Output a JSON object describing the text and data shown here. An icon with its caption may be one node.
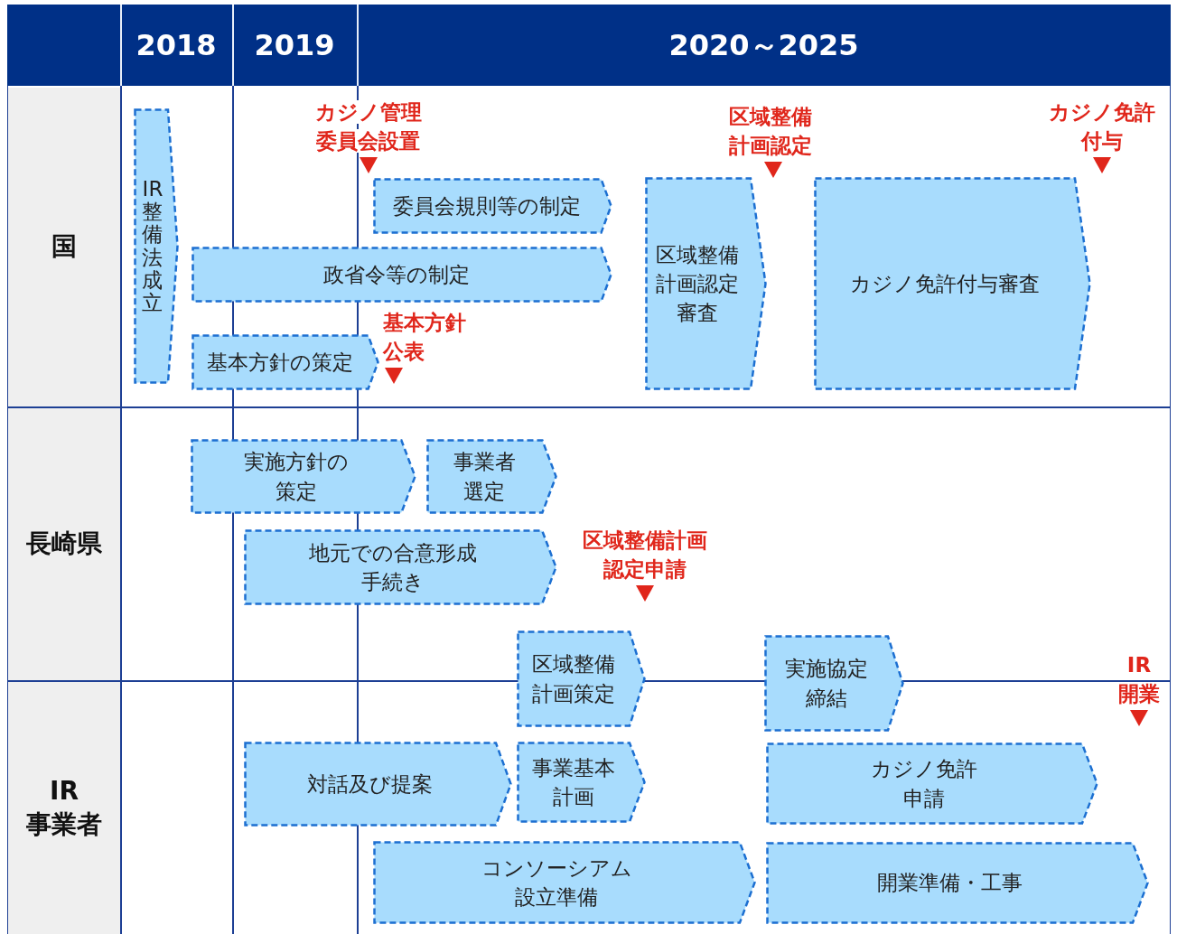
{
  "diagram": {
    "nodes": [
      {
        "text": [
          "2018"
        ]
      },
      {
        "text": [
          "2019"
        ]
      },
      {
        "text": [
          "2020～2025"
        ]
      },
      {
        "text": [
          "国"
        ]
      },
      {
        "text": [
          "長崎県"
        ]
      },
      {
        "text": [
          "IR 事業者"
        ]
      },
      {
        "text": [
          "IR整備法成立"
        ]
      },
      {
        "text": [
          "委員会規則等の制定"
        ]
      },
      {
        "text": [
          "政省令等の制定"
        ]
      },
      {
        "text": [
          "基本方針の策定"
        ]
      },
      {
        "text": [
          "区域整備計画認定審査"
        ]
      },
      {
        "text": [
          "カジノ免許付与審査"
        ]
      },
      {
        "text": [
          "実施方針の策定"
        ]
      },
      {
        "text": [
          "事業者選定"
        ]
      },
      {
        "text": [
          "地元での合意形成手続き"
        ]
      },
      {
        "text": [
          "区域整備計画策定"
        ]
      },
      {
        "text": [
          "実施協定締結"
        ]
      },
      {
        "text": [
          "対話及び提案"
        ]
      },
      {
        "text": [
          "事業基本計画"
        ]
      },
      {
        "text": [
          "カジノ免許申請"
        ]
      },
      {
        "text": [
          "コンソーシアム設立準備"
        ]
      },
      {
        "text": [
          "開業準備・工事"
        ]
      }
    ],
    "labels": [
      "カジノ管理委員会設置",
      "区域整備計画認定",
      "カジノ免許付与",
      "基本方針公表",
      "区域整備計画認定申請",
      "IR 開業"
    ]
  }
}
